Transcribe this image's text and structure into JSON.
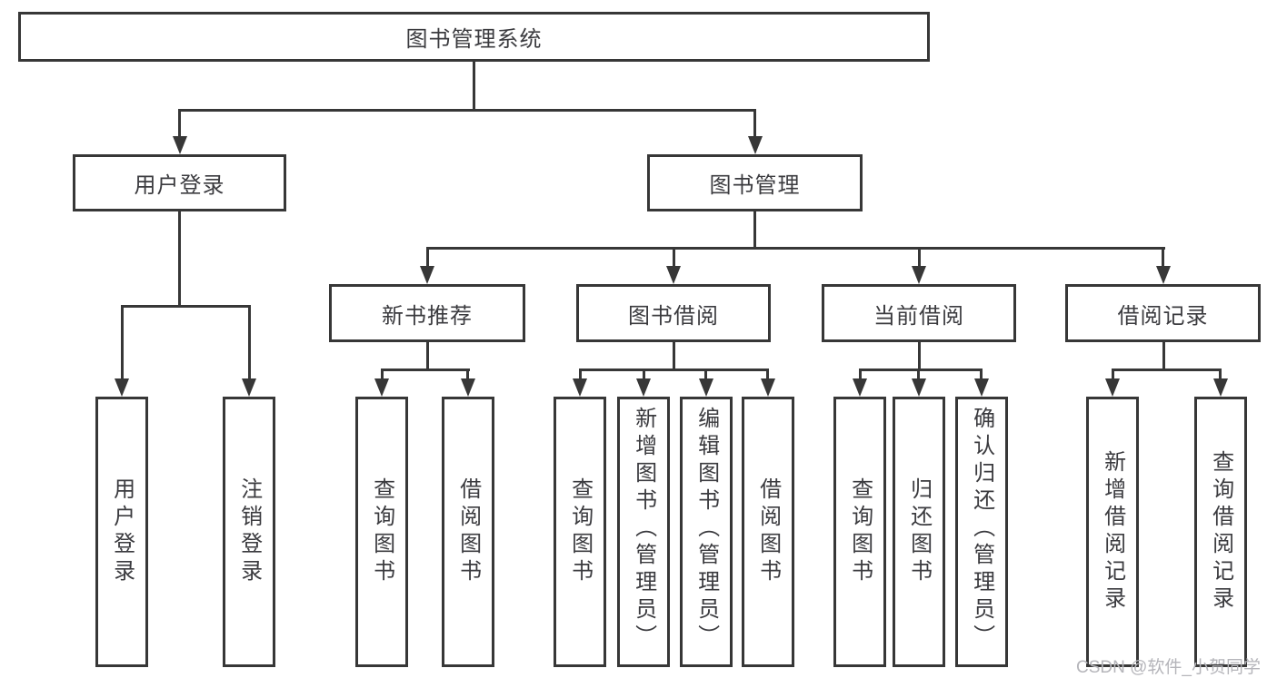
{
  "tree": {
    "root": "图书管理系统",
    "branches": [
      {
        "label": "用户登录",
        "children": [
          "用户登录",
          "注销登录"
        ]
      },
      {
        "label": "图书管理",
        "children": [
          {
            "label": "新书推荐",
            "children": [
              "查询图书",
              "借阅图书"
            ]
          },
          {
            "label": "图书借阅",
            "children": [
              "查询图书",
              "新增图书（管理员）",
              "编辑图书（管理员）",
              "借阅图书"
            ]
          },
          {
            "label": "当前借阅",
            "children": [
              "查询图书",
              "归还图书",
              "确认归还（管理员）"
            ]
          },
          {
            "label": "借阅记录",
            "children": [
              "新增借阅记录",
              "查询借阅记录"
            ]
          }
        ]
      }
    ]
  },
  "watermark": "CSDN @软件_小贺同学",
  "colors": {
    "line": "#373737",
    "text": "#3b3b3f",
    "watermark": "#b5b5ba",
    "background": "#ffffff"
  }
}
